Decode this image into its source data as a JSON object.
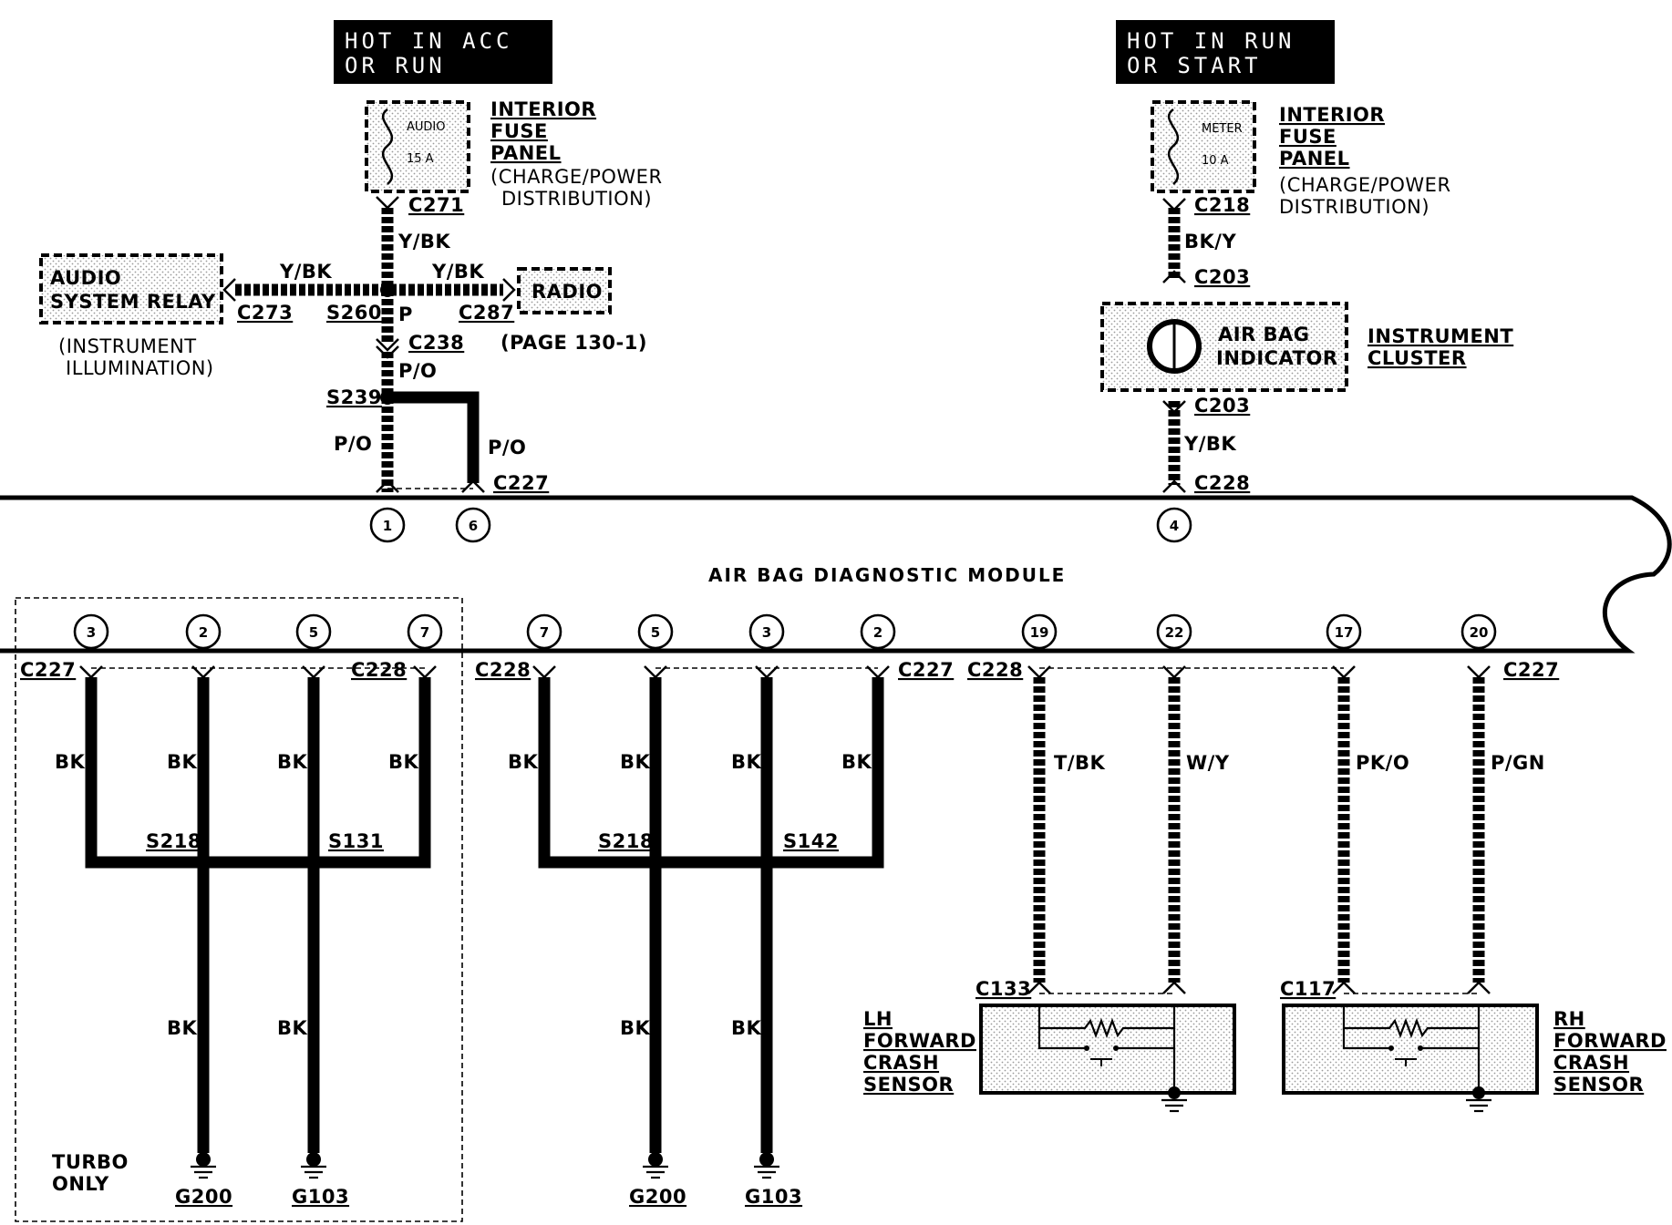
{
  "diagram": {
    "module": "AIR BAG DIAGNOSTIC MODULE",
    "power": [
      {
        "line1": "HOT IN ACC",
        "line2": "OR RUN"
      },
      {
        "line1": "HOT IN RUN",
        "line2": "OR START"
      }
    ],
    "fuse_panel": {
      "line1": "INTERIOR",
      "line2": "FUSE",
      "line3": "PANEL",
      "note1": "(CHARGE/POWER",
      "note2": "DISTRIBUTION)"
    },
    "fuse_audio": {
      "name": "AUDIO",
      "rating": "15 A"
    },
    "fuse_meter": {
      "name": "METER",
      "rating": "10 A"
    },
    "audio_relay": {
      "line1": "AUDIO",
      "line2": "SYSTEM RELAY",
      "note1": "(INSTRUMENT",
      "note2": "ILLUMINATION)"
    },
    "radio": {
      "name": "RADIO",
      "note": "(PAGE  130-1)"
    },
    "indicator": {
      "line1": "AIR BAG",
      "line2": "INDICATOR",
      "cluster1": "INSTRUMENT",
      "cluster2": "CLUSTER"
    },
    "lh_sensor": {
      "line1": "LH",
      "line2": "FORWARD",
      "line3": "CRASH",
      "line4": "SENSOR"
    },
    "rh_sensor": {
      "line1": "RH",
      "line2": "FORWARD",
      "line3": "CRASH",
      "line4": "SENSOR"
    },
    "turbo": {
      "line1": "TURBO",
      "line2": "ONLY"
    },
    "connectors": {
      "c271": "C271",
      "c273": "C273",
      "c287": "C287",
      "c238": "C238",
      "c227": "C227",
      "c228": "C228",
      "c218": "C218",
      "c203": "C203",
      "c133": "C133",
      "c117": "C117"
    },
    "splices": {
      "s260": "S260",
      "s239": "S239",
      "s218": "S218",
      "s131": "S131",
      "s142": "S142"
    },
    "grounds": {
      "g200": "G200",
      "g103": "G103"
    },
    "wires": {
      "ybk": "Y/BK",
      "p": "P",
      "po": "P/O",
      "bky": "BK/Y",
      "bk": "BK",
      "tbk": "T/BK",
      "wy": "W/Y",
      "pko": "PK/O",
      "pgn": "P/GN"
    },
    "pins": {
      "top": [
        "1",
        "6",
        "4"
      ],
      "bottom": [
        "3",
        "2",
        "5",
        "7",
        "7",
        "5",
        "3",
        "2",
        "19",
        "22",
        "17",
        "20"
      ]
    }
  }
}
